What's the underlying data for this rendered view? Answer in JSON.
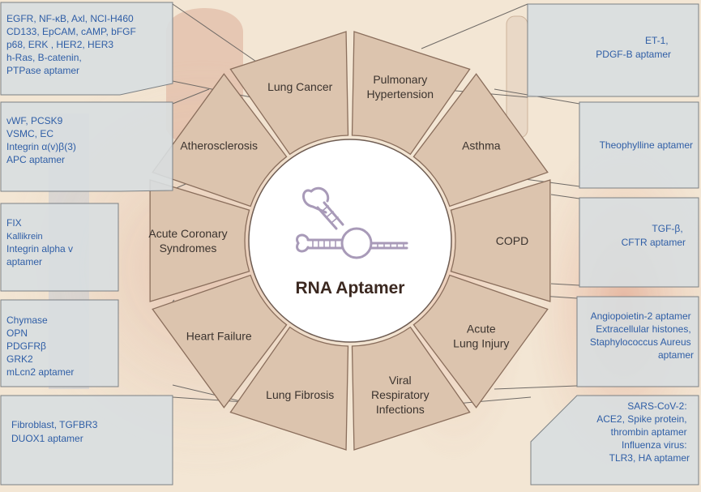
{
  "center": {
    "title": "RNA Aptamer",
    "icon": "rna-aptamer-hairpin-icon"
  },
  "segments": [
    {
      "id": "lung-cancer",
      "lines": [
        "Lung Cancer"
      ]
    },
    {
      "id": "pulmonary-hypertension",
      "lines": [
        "Pulmonary",
        "Hypertension"
      ]
    },
    {
      "id": "asthma",
      "lines": [
        "Asthma"
      ]
    },
    {
      "id": "copd",
      "lines": [
        "COPD"
      ]
    },
    {
      "id": "acute-lung-injury",
      "lines": [
        "Acute",
        "Lung Injury"
      ]
    },
    {
      "id": "viral-respiratory-infections",
      "lines": [
        "Viral",
        "Respiratory",
        "Infections"
      ]
    },
    {
      "id": "lung-fibrosis",
      "lines": [
        "Lung Fibrosis"
      ]
    },
    {
      "id": "heart-failure",
      "lines": [
        "Heart Failure"
      ]
    },
    {
      "id": "acute-coronary-syndromes",
      "lines": [
        "Acute Coronary",
        "Syndromes"
      ]
    },
    {
      "id": "atherosclerosis",
      "lines": [
        "Atherosclerosis"
      ]
    }
  ],
  "boxes": {
    "lung_cancer": [
      "EGFR, NF-κB, Axl, NCI-H460",
      "CD133, EpCAM, cAMP, bFGF",
      "p68, ERK , HER2, HER3",
      "h-Ras, B-catenin,",
      "PTPase aptamer"
    ],
    "atherosclerosis": [
      "vWF, PCSK9",
      "VSMC, EC",
      "Integrin α(v)β(3)",
      "APC aptamer"
    ],
    "acute_coronary": [
      "FIX",
      "Kallikrein",
      "Integrin alpha v",
      "aptamer"
    ],
    "heart_failure": [
      "Chymase",
      "OPN",
      "PDGFRβ",
      "GRK2",
      "mLcn2 aptamer"
    ],
    "lung_fibrosis": [
      "Fibroblast, TGFBR3",
      "DUOX1 aptamer"
    ],
    "pulmonary_hypertension": [
      "ET-1,",
      "PDGF-B aptamer"
    ],
    "asthma": [
      "Theophylline aptamer"
    ],
    "copd": [
      "TGF-β,",
      "CFTR aptamer"
    ],
    "acute_lung_injury": [
      "Angiopoietin-2 aptamer",
      "Extracellular histones,",
      "Staphylococcus Aureus",
      "aptamer"
    ],
    "viral_infections": [
      "SARS-CoV-2:",
      "ACE2, Spike protein,",
      "thrombin aptamer",
      "Influenza virus:",
      "TLR3, HA aptamer"
    ]
  },
  "colors": {
    "background": "#f3e6d4",
    "segment_fill": "#dcc4ae",
    "segment_stroke": "#8a6e5c",
    "box_fill": "#d8dee0",
    "box_text": "#2f5ea6",
    "center_fill": "#ffffff",
    "aptamer_stroke": "#a89ab8"
  }
}
